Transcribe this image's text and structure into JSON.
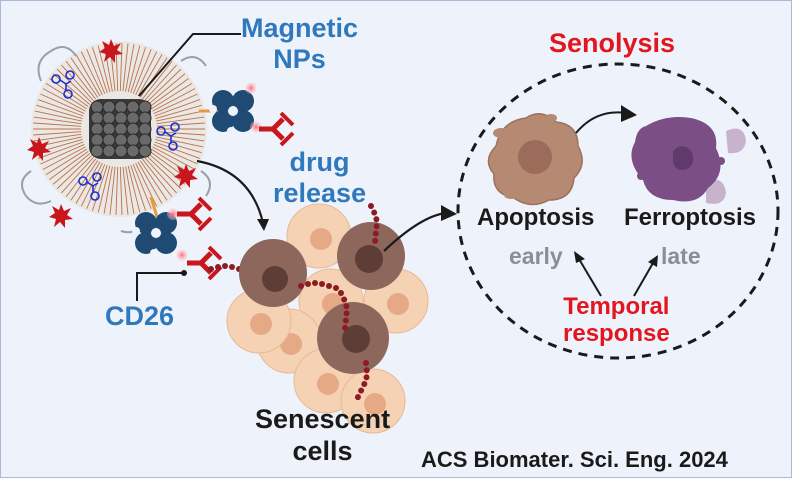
{
  "labels": {
    "magnetic_nps": [
      "Magnetic",
      "NPs"
    ],
    "drug_release": [
      "drug",
      "release"
    ],
    "cd26": "CD26",
    "senescent_cells": [
      "Senescent",
      "cells"
    ],
    "senolysis": "Senolysis",
    "apoptosis": "Apoptosis",
    "ferroptosis": "Ferroptosis",
    "early": "early",
    "late": "late",
    "temporal_response": [
      "Temporal",
      "response"
    ],
    "citation": "ACS Biomater. Sci. Eng. 2024"
  },
  "colors": {
    "background": "#eef3fb",
    "label_blue": "#2f78bd",
    "label_red": "#e3161f",
    "label_grey": "#8a8f95",
    "nanoparticle_core": "#4a4a4a",
    "lipid_tails": "#b8734a",
    "drug_molecule": "#1a2ecc",
    "ligand_star": "#c8161c",
    "cd26_protein": "#1f4a73",
    "antibody": "#c8161c",
    "senescent_cell_light": "#f6d2b4",
    "senescent_cell_dark": "#8e675c",
    "apoptotic_cell": "#b68a72",
    "ferroptotic_cell": "#7b4f86"
  }
}
